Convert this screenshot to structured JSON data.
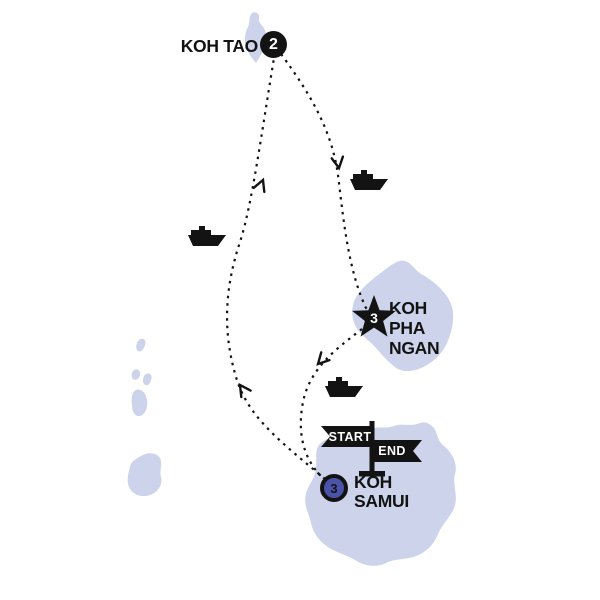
{
  "title": "Island hopping itinerary map: Koh Tao, Koh Phangan, Koh Samui",
  "colors": {
    "background": "#ffffff",
    "island": "#ccd3ea",
    "ink": "#131313",
    "marker_blue": "#4a52aa"
  },
  "labels": {
    "koh_tao": "KOH TAO",
    "koh_phangan_line1": "KOH",
    "koh_phangan_line2": "PHA",
    "koh_phangan_line3": "NGAN",
    "koh_samui_line1": "KOH",
    "koh_samui_line2": "SAMUI"
  },
  "markers": {
    "koh_tao_nights": "2",
    "koh_phangan_nights": "3",
    "koh_samui_nights": "3"
  },
  "signpost": {
    "start": "START",
    "end": "END"
  },
  "icons": {
    "ferry": "ferry-icon",
    "star": "star-marker-icon",
    "arrows": "route-direction-arrow"
  },
  "route": {
    "stops": [
      "KOH SAMUI",
      "KOH TAO",
      "KOH PHA NGAN",
      "KOH SAMUI"
    ],
    "legs": [
      "Koh Samui to Koh Tao by ferry",
      "Koh Tao to Koh Phangan by ferry",
      "Koh Phangan to Koh Samui by ferry"
    ]
  }
}
